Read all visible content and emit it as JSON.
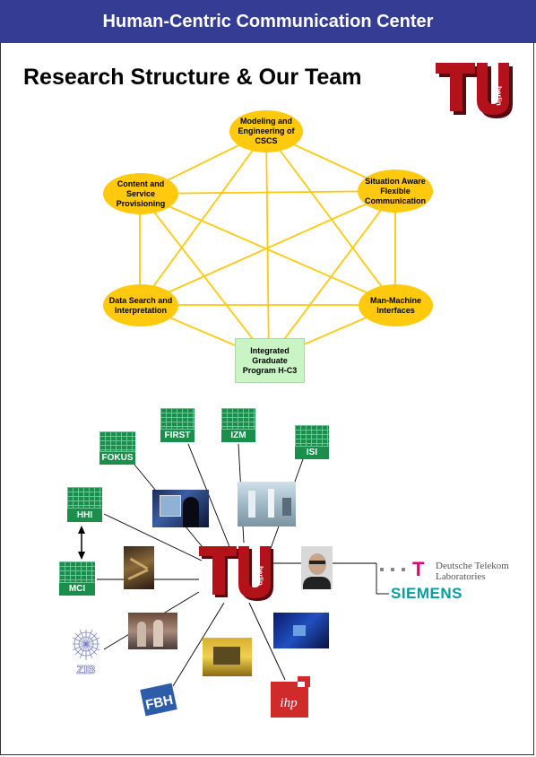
{
  "header": {
    "title": "Human-Centric Communication Center"
  },
  "page_title": "Research Structure & Our Team",
  "research_nodes": {
    "top": "Modeling and Engineering of CSCS",
    "top_left": "Content and Service Provisioning",
    "top_right": "Situation Aware Flexible Communication",
    "bottom_left": "Data Search and Interpretation",
    "bottom_right": "Man-Machine Interfaces",
    "bottom": "Integrated Graduate Program H-C3"
  },
  "logo_text": "berlin",
  "institutes": {
    "first": "FIRST",
    "izm": "IZM",
    "isi": "ISI",
    "fokus": "FOKUS",
    "hhi": "HHI",
    "mci": "MCI",
    "zib": "ZIB",
    "fbh": "FBH",
    "ihp": "ihp"
  },
  "partners": {
    "telekom_line1": "Deutsche Telekom",
    "telekom_line2": "Laboratories",
    "siemens": "SIEMENS"
  },
  "colors": {
    "header": "#353c94",
    "ellipse": "#ffc90e",
    "institute_green": "#1a8f4c",
    "tu_red": "#a6111a",
    "telekom_magenta": "#e20074",
    "siemens": "#009999"
  }
}
